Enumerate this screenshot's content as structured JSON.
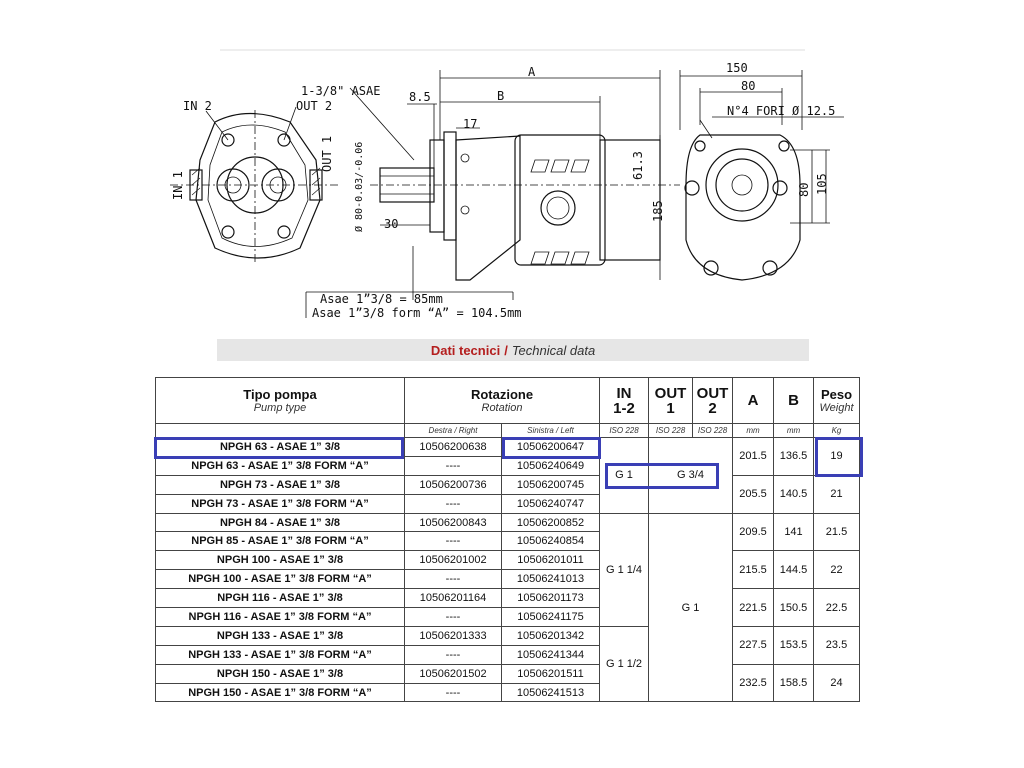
{
  "drawing": {
    "in2": "IN 2",
    "out2": "OUT 2",
    "out1": "OUT 1",
    "in1": "IN 1",
    "asae": "1-3/8\" ASAE",
    "dim_85": "8.5",
    "dim_17": "17",
    "dim_A": "A",
    "dim_B": "B",
    "dim_shaft": "Ø 80-0.03/-0.06",
    "dim_30": "30",
    "dim_613": "61.3",
    "dim_185": "185",
    "dim_150": "150",
    "dim_80_top": "80",
    "holes": "N°4 FORI Ø 12.5",
    "dim_80_side": "80",
    "dim_105": "105",
    "note1": "Asae 1”3/8 = 85mm",
    "note2": "Asae 1”3/8 form “A” = 104.5mm"
  },
  "banner": {
    "it": "Dati tecnici",
    "sep": "/",
    "en": "Technical data"
  },
  "table": {
    "h_type": "Tipo pompa",
    "h_type_sub": "Pump type",
    "h_rot": "Rotazione",
    "h_rot_sub": "Rotation",
    "h_right": "Destra / Right",
    "h_left": "Sinistra / Left",
    "h_in": "IN",
    "h_in2": "1-2",
    "h_out1": "OUT",
    "h_out1b": "1",
    "h_out2": "OUT",
    "h_out2b": "2",
    "h_a": "A",
    "h_b": "B",
    "h_peso": "Peso",
    "h_weight": "Weight",
    "u_iso1": "ISO 228",
    "u_iso2": "ISO 228",
    "u_iso3": "ISO 228",
    "u_mm1": "mm",
    "u_mm2": "mm",
    "u_kg": "Kg",
    "rows": [
      {
        "name": "NPGH 63 - ASAE 1” 3/8",
        "right": "10506200638",
        "left": "10506200647"
      },
      {
        "name": "NPGH 63 - ASAE 1” 3/8 FORM “A”",
        "right": "----",
        "left": "10506240649"
      },
      {
        "name": "NPGH 73 - ASAE 1” 3/8",
        "right": "10506200736",
        "left": "10506200745"
      },
      {
        "name": "NPGH 73 - ASAE 1” 3/8 FORM “A”",
        "right": "----",
        "left": "10506240747"
      },
      {
        "name": "NPGH 84 - ASAE 1” 3/8",
        "right": "10506200843",
        "left": "10506200852"
      },
      {
        "name": "NPGH 85 - ASAE 1” 3/8 FORM “A”",
        "right": "----",
        "left": "10506240854"
      },
      {
        "name": "NPGH 100 - ASAE 1” 3/8",
        "right": "10506201002",
        "left": "10506201011"
      },
      {
        "name": "NPGH 100 - ASAE 1” 3/8 FORM “A”",
        "right": "----",
        "left": "10506241013"
      },
      {
        "name": "NPGH 116 - ASAE 1” 3/8",
        "right": "10506201164",
        "left": "10506201173"
      },
      {
        "name": "NPGH 116 - ASAE 1” 3/8 FORM “A”",
        "right": "----",
        "left": "10506241175"
      },
      {
        "name": "NPGH 133 - ASAE 1” 3/8",
        "right": "10506201333",
        "left": "10506201342"
      },
      {
        "name": "NPGH 133 - ASAE 1” 3/8 FORM “A”",
        "right": "----",
        "left": "10506241344"
      },
      {
        "name": "NPGH 150 - ASAE 1” 3/8",
        "right": "10506201502",
        "left": "10506201511"
      },
      {
        "name": "NPGH 150 - ASAE 1” 3/8 FORM “A”",
        "right": "----",
        "left": "10506241513"
      }
    ],
    "g1": "G 1",
    "g34": "G 3/4",
    "g114": "G 1 1/4",
    "g112": "G 1 1/2",
    "out_g1": "G 1",
    "a": [
      "201.5",
      "205.5",
      "209.5",
      "215.5",
      "221.5",
      "227.5",
      "232.5"
    ],
    "b": [
      "136.5",
      "140.5",
      "141",
      "144.5",
      "150.5",
      "153.5",
      "158.5"
    ],
    "w": [
      "19",
      "21",
      "21.5",
      "22",
      "22.5",
      "23.5",
      "24"
    ]
  }
}
